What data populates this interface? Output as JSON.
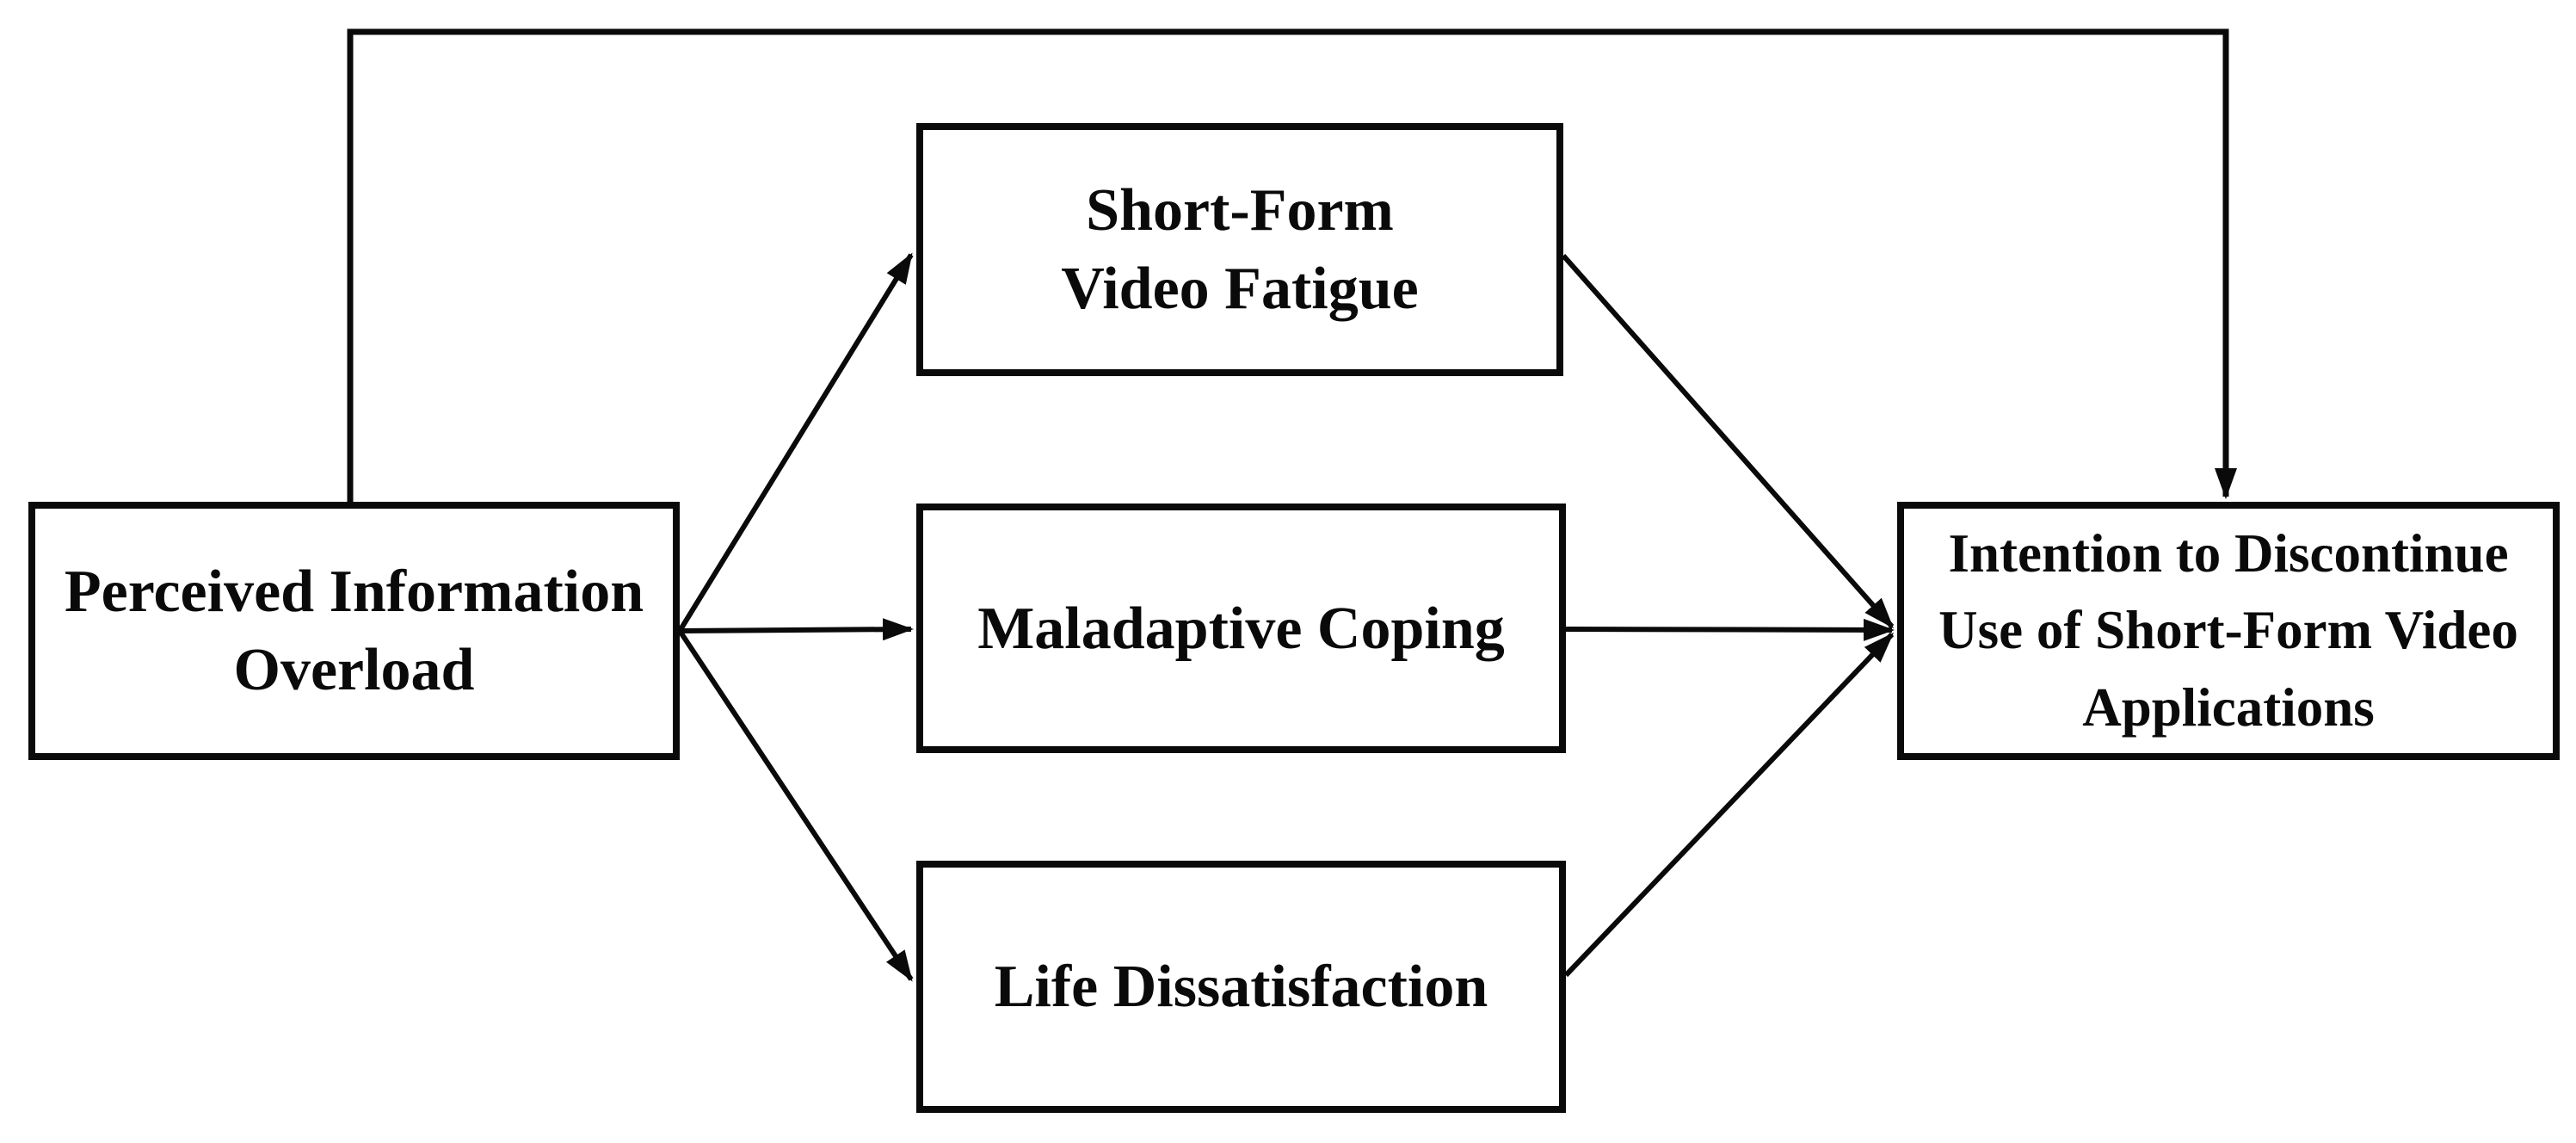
{
  "diagram": {
    "type": "path-model",
    "background_color": "#ffffff",
    "stroke_color": "#0a0a0a",
    "text_color": "#0a0a0a",
    "nodes": {
      "perceived_information_overload": {
        "lines": [
          "Perceived Information",
          "Overload"
        ]
      },
      "short_form_video_fatigue": {
        "lines": [
          "Short-Form",
          "Video Fatigue"
        ]
      },
      "maladaptive_coping": {
        "lines": [
          "Maladaptive Coping"
        ]
      },
      "life_dissatisfaction": {
        "lines": [
          "Life Dissatisfaction"
        ]
      },
      "intention_to_discontinue": {
        "lines": [
          "Intention to Discontinue",
          "Use of Short-Form Video",
          "Applications"
        ]
      }
    },
    "edges": [
      {
        "from": "perceived_information_overload",
        "to": "intention_to_discontinue",
        "route": "top-direct"
      },
      {
        "from": "perceived_information_overload",
        "to": "short_form_video_fatigue"
      },
      {
        "from": "perceived_information_overload",
        "to": "maladaptive_coping"
      },
      {
        "from": "perceived_information_overload",
        "to": "life_dissatisfaction"
      },
      {
        "from": "short_form_video_fatigue",
        "to": "intention_to_discontinue"
      },
      {
        "from": "maladaptive_coping",
        "to": "intention_to_discontinue"
      },
      {
        "from": "life_dissatisfaction",
        "to": "intention_to_discontinue"
      }
    ]
  }
}
